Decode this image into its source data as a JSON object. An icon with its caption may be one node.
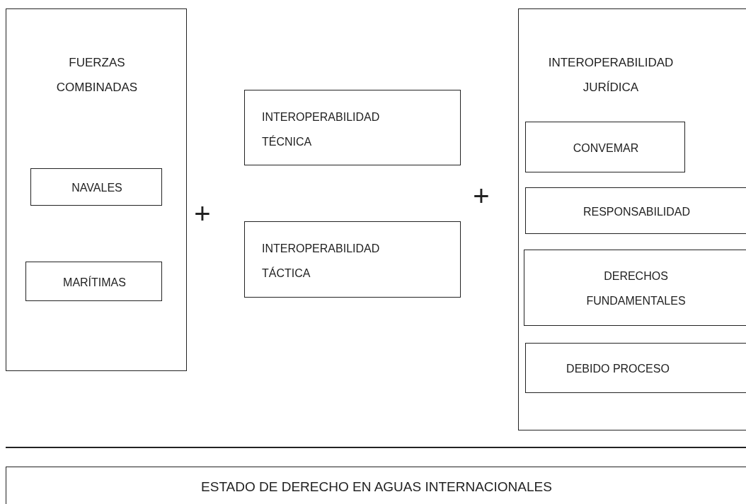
{
  "diagram": {
    "nodes": [
      {
        "text": [
          "FUERZAS COMBINADAS"
        ]
      },
      {
        "text": [
          "NAVALES"
        ],
        "in": 0
      },
      {
        "text": [
          "MARÍTIMAS"
        ],
        "in": 0
      },
      {
        "text": [
          "INTEROPERABILIDAD TÉCNICA"
        ]
      },
      {
        "text": [
          "INTEROPERABILIDAD TÁCTICA"
        ]
      },
      {
        "text": [
          "INTEROPERABILIDAD JURÍDICA"
        ]
      },
      {
        "text": [
          "CONVEMAR"
        ],
        "in": 5
      },
      {
        "text": [
          "RESPONSABILIDAD"
        ],
        "in": 5
      },
      {
        "text": [
          "DERECHOS FUNDAMENTALES"
        ],
        "in": 5
      },
      {
        "text": [
          "DEBIDO PROCESO"
        ],
        "in": 5
      },
      {
        "text": [
          "ESTADO DE DERECHO EN AGUAS INTERNACIONALES"
        ]
      }
    ],
    "labels": [
      "+",
      "+"
    ]
  }
}
